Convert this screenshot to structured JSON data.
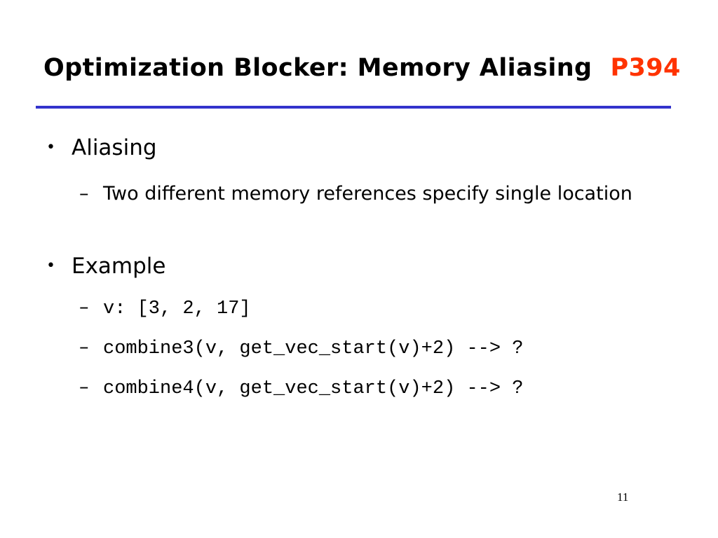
{
  "slide": {
    "title": "Optimization Blocker: Memory Aliasing",
    "title_ref": "P394",
    "bullet_glyph": "•",
    "dash_glyph": "–",
    "bullets": [
      {
        "text": "Aliasing",
        "subs": [
          "Two different memory references specify single location"
        ]
      },
      {
        "text": "Example",
        "code": [
          "v: [3, 2, 17]",
          "combine3(v, get_vec_start(v)+2) --> ?",
          "combine4(v, get_vec_start(v)+2) --> ?"
        ]
      }
    ],
    "page_number": "11",
    "colors": {
      "rule": "#3333cc",
      "title_ref": "#ff3300",
      "text": "#000000"
    }
  }
}
